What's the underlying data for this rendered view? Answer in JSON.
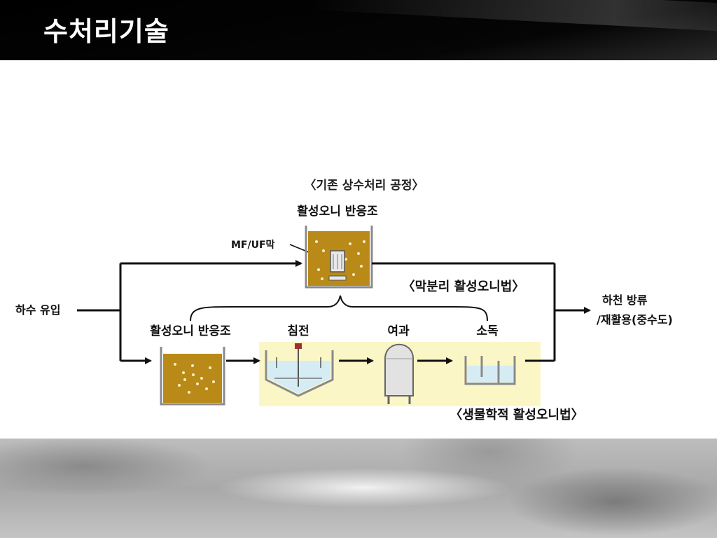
{
  "page_title": "수처리기술",
  "diagram": {
    "header_label": "〈기존 상수처리 공정〉",
    "labels": {
      "inflow": "하수 유입",
      "outflow_line1": "하천 방류",
      "outflow_line2": "/재활용(중수도)",
      "mbr_reactor": "활성오니 반응조",
      "membrane": "MF/UF막",
      "mbr_method": "〈막분리 활성오니법〉",
      "bio_reactor": "활성오니 반응조",
      "sedimentation": "침전",
      "filtration": "여과",
      "disinfection": "소독",
      "bio_method": "〈생물학적 활성오니법〉"
    },
    "colors": {
      "sludge": "#b98a18",
      "highlight": "#fbf6c5",
      "water": "#d6ecf4",
      "line": "#111111"
    }
  }
}
